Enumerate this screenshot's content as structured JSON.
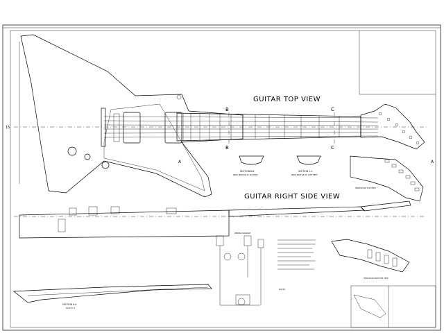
{
  "views": {
    "top_view_title": "GUITAR TOP VIEW",
    "side_view_title": "GUITAR RIGHT SIDE VIEW",
    "headstock_top_view": "HEADSTOCK TOP VIEW",
    "headstock_bottom_view": "HEADSTOCK BOTTOM VIEW"
  },
  "section_marks": {
    "b": "B",
    "c": "C",
    "a": "A"
  },
  "sections": {
    "bb": "SECTION B-B",
    "bb_sub": "NECK PROFILE AT 1ST FRET",
    "cc": "SECTION C-C",
    "cc_sub": "NECK PROFILE AT 12TH FRET",
    "aa": "SECTION A-A",
    "aa_scale": "SCALE 1:1"
  },
  "wiring": {
    "title": "WIRING DIAGRAM"
  },
  "notes": {
    "title": "NOTES:"
  },
  "dimension_left": "15"
}
